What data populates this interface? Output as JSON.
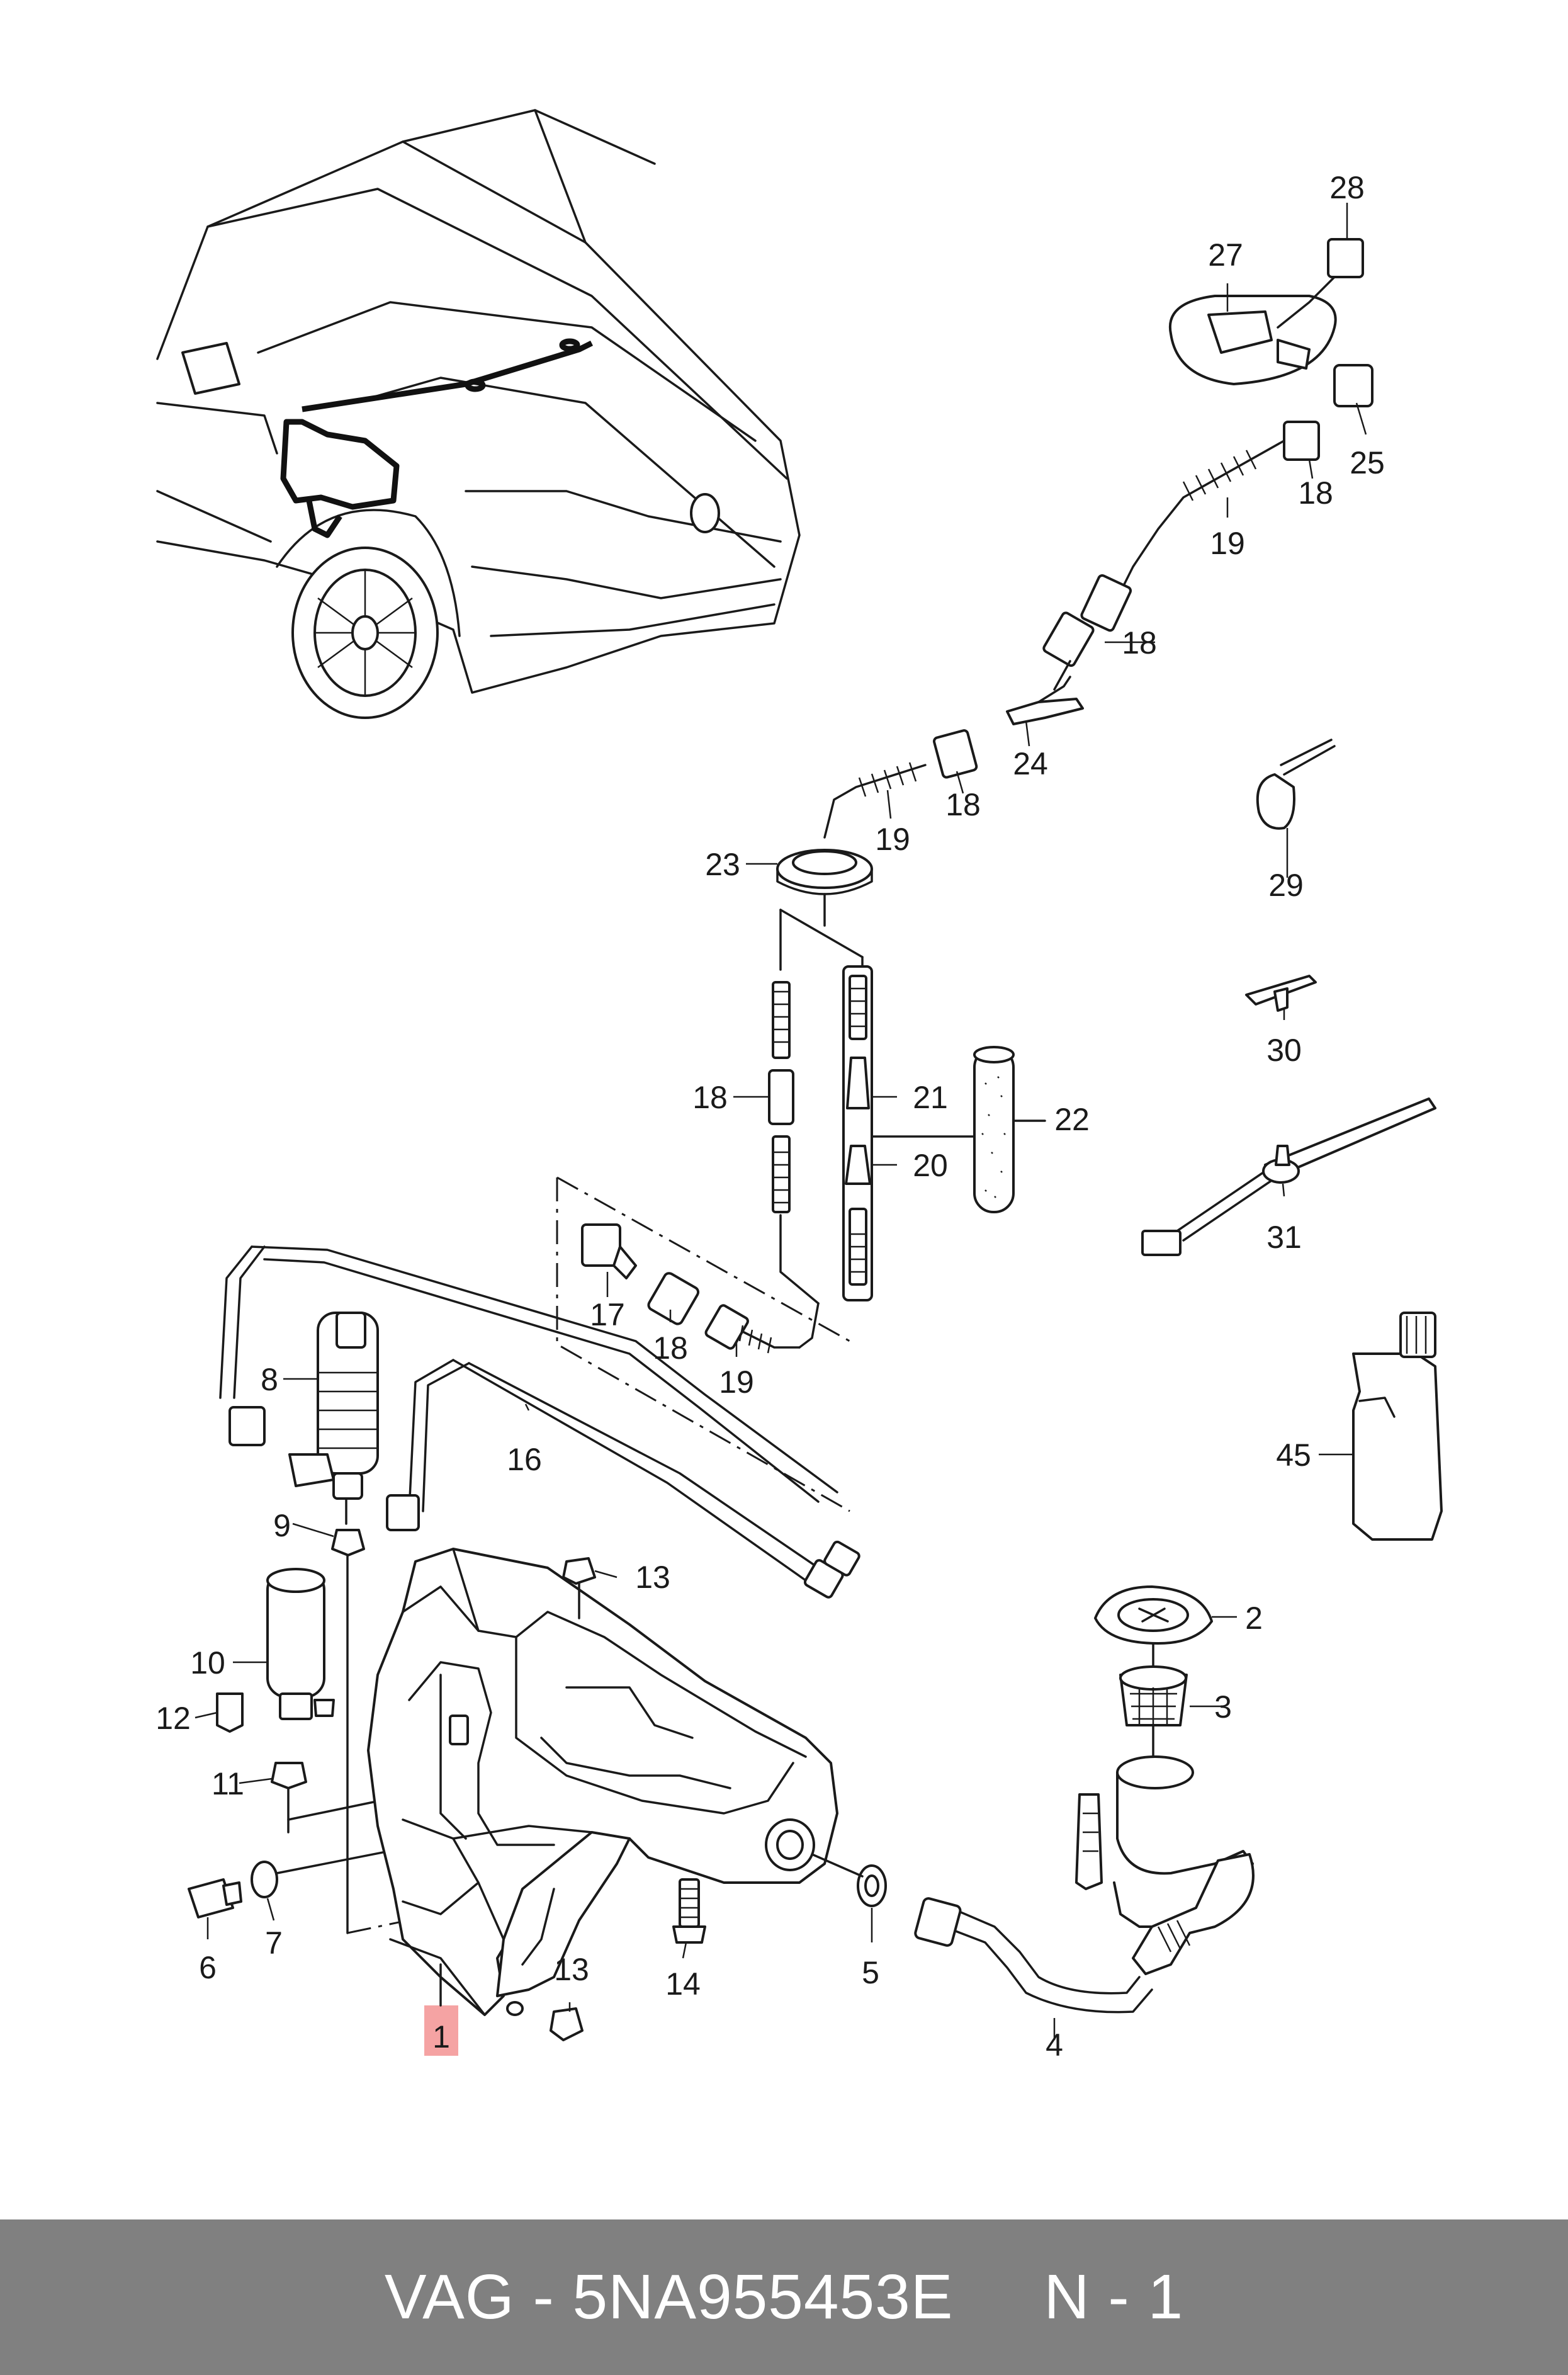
{
  "callouts": {
    "c1": "1",
    "c2": "2",
    "c3": "3",
    "c4": "4",
    "c5": "5",
    "c6": "6",
    "c7": "7",
    "c8": "8",
    "c9": "9",
    "c10": "10",
    "c11": "11",
    "c12": "12",
    "c13": "13",
    "c14": "14",
    "c16": "16",
    "c17": "17",
    "c18": "18",
    "c19": "19",
    "c20": "20",
    "c21": "21",
    "c22": "22",
    "c23": "23",
    "c24": "24",
    "c25": "25",
    "c27": "27",
    "c28": "28",
    "c29": "29",
    "c30": "30",
    "c31": "31",
    "c45": "45"
  },
  "footer": {
    "text": "VAG - 5NA955453E     N - 1"
  },
  "colors": {
    "highlight": "#f5a3a3",
    "footer_bg": "#808080",
    "line": "#1a1a1a"
  }
}
